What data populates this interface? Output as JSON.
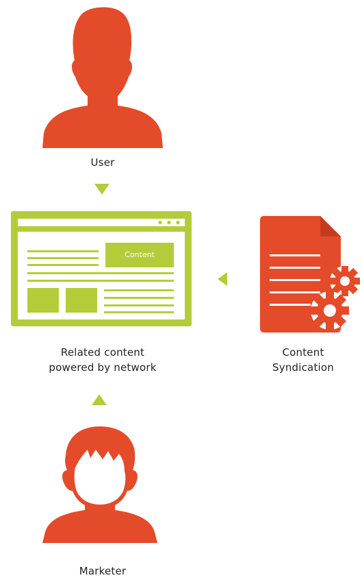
{
  "nodes": {
    "user": {
      "label": "User",
      "icon": "user-icon"
    },
    "website": {
      "label_line1": "Related content",
      "label_line2": "powered by network",
      "content_tag": "Content",
      "icon": "browser-window-icon"
    },
    "syndication": {
      "label_line1": "Content",
      "label_line2": "Syndication",
      "icon": "document-gears-icon"
    },
    "marketer": {
      "label": "Marketer",
      "icon": "marketer-icon"
    }
  },
  "colors": {
    "orange": "#E44B2A",
    "green": "#B5CC3A",
    "text": "#222222"
  }
}
